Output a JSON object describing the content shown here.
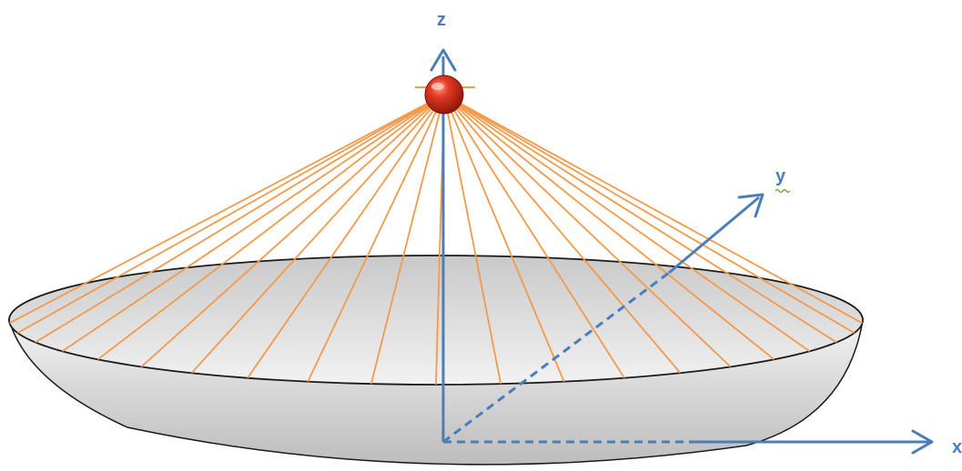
{
  "diagram": {
    "axes": {
      "z": {
        "label": "z"
      },
      "y": {
        "label": "y"
      },
      "x": {
        "label": "x"
      }
    },
    "ray_count": 21,
    "colors": {
      "axis": "#4a7ebb",
      "rays": "#f39a4a",
      "source": "#d22a16",
      "dish_rim_fill": "#d4d4d4",
      "dish_outline": "#1a1a1a",
      "squiggle": "#5aa02c"
    }
  }
}
